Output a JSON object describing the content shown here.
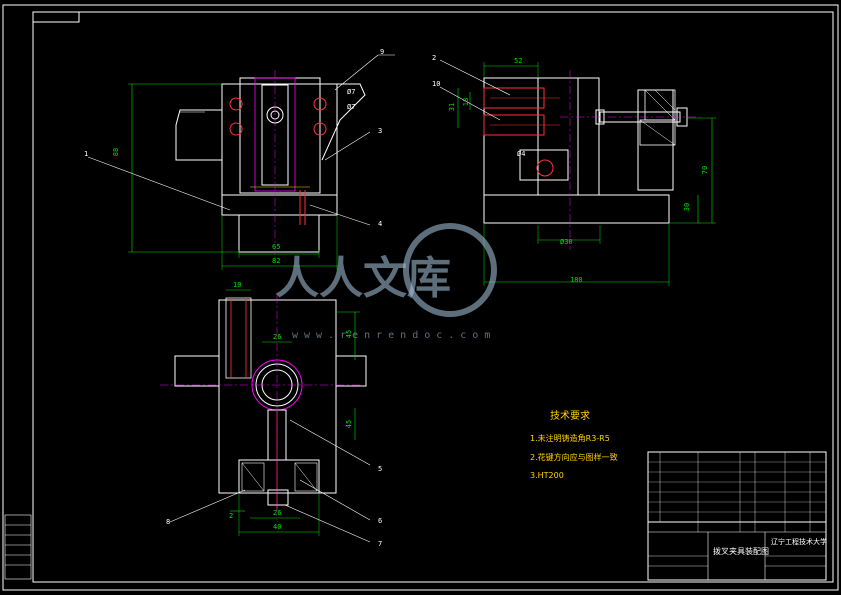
{
  "drawing": {
    "tech_requirements": {
      "title": "技术要求",
      "items": [
        "1.未注明铸造角R3-R5",
        "2.花键方向应与图样一致",
        "3.HT200"
      ]
    },
    "dimensions": {
      "front_height": "88",
      "front_bottom_inner": "65",
      "front_bottom_outer": "82",
      "front_side_top": "Ø7",
      "front_side_bottom": "Ø7",
      "side_top_width": "52",
      "side_left_a": "31",
      "side_left_b": "18",
      "side_mid": "Ø4",
      "side_bottom_inner": "Ø30",
      "side_bottom_total": "180",
      "side_right_height": "70",
      "side_right_base": "30",
      "plan_top": "10",
      "plan_mid": "26",
      "plan_right_a": "45",
      "plan_right_b": "45",
      "plan_left_small": "2",
      "plan_bottom_inner": "26",
      "plan_bottom_outer": "40"
    },
    "balloons": {
      "b1": "1",
      "b2": "2",
      "b3": "3",
      "b4": "4",
      "b5": "5",
      "b6": "6",
      "b7": "7",
      "b8": "8",
      "b9": "9",
      "b10": "10"
    },
    "title_block": {
      "drawing_name": "拨叉夹具装配图",
      "school": "辽宁工程技术大学"
    },
    "watermark": {
      "text": "人人文库",
      "url": "www.renrendoc.com"
    }
  },
  "colors": {
    "background": "#000000",
    "outline": "#ffffff",
    "dimension": "#00e000",
    "hidden": "#ffd400",
    "section": "#ff3333",
    "center": "#ff00ff"
  }
}
